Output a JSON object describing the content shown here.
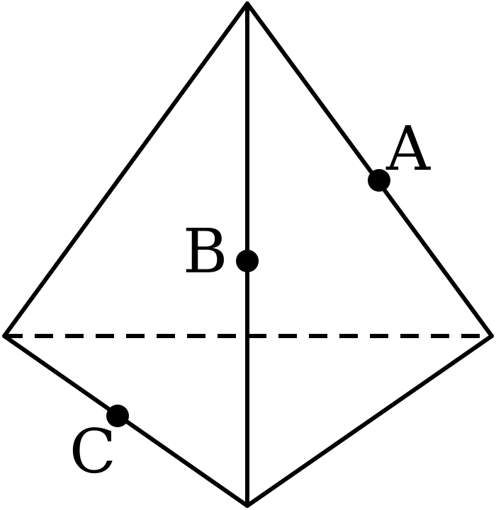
{
  "points": [
    {
      "id": "A",
      "label": "A"
    },
    {
      "id": "B",
      "label": "B"
    },
    {
      "id": "C",
      "label": "C"
    }
  ],
  "colors": {
    "stroke": "#000000",
    "background": "#ffffff"
  }
}
